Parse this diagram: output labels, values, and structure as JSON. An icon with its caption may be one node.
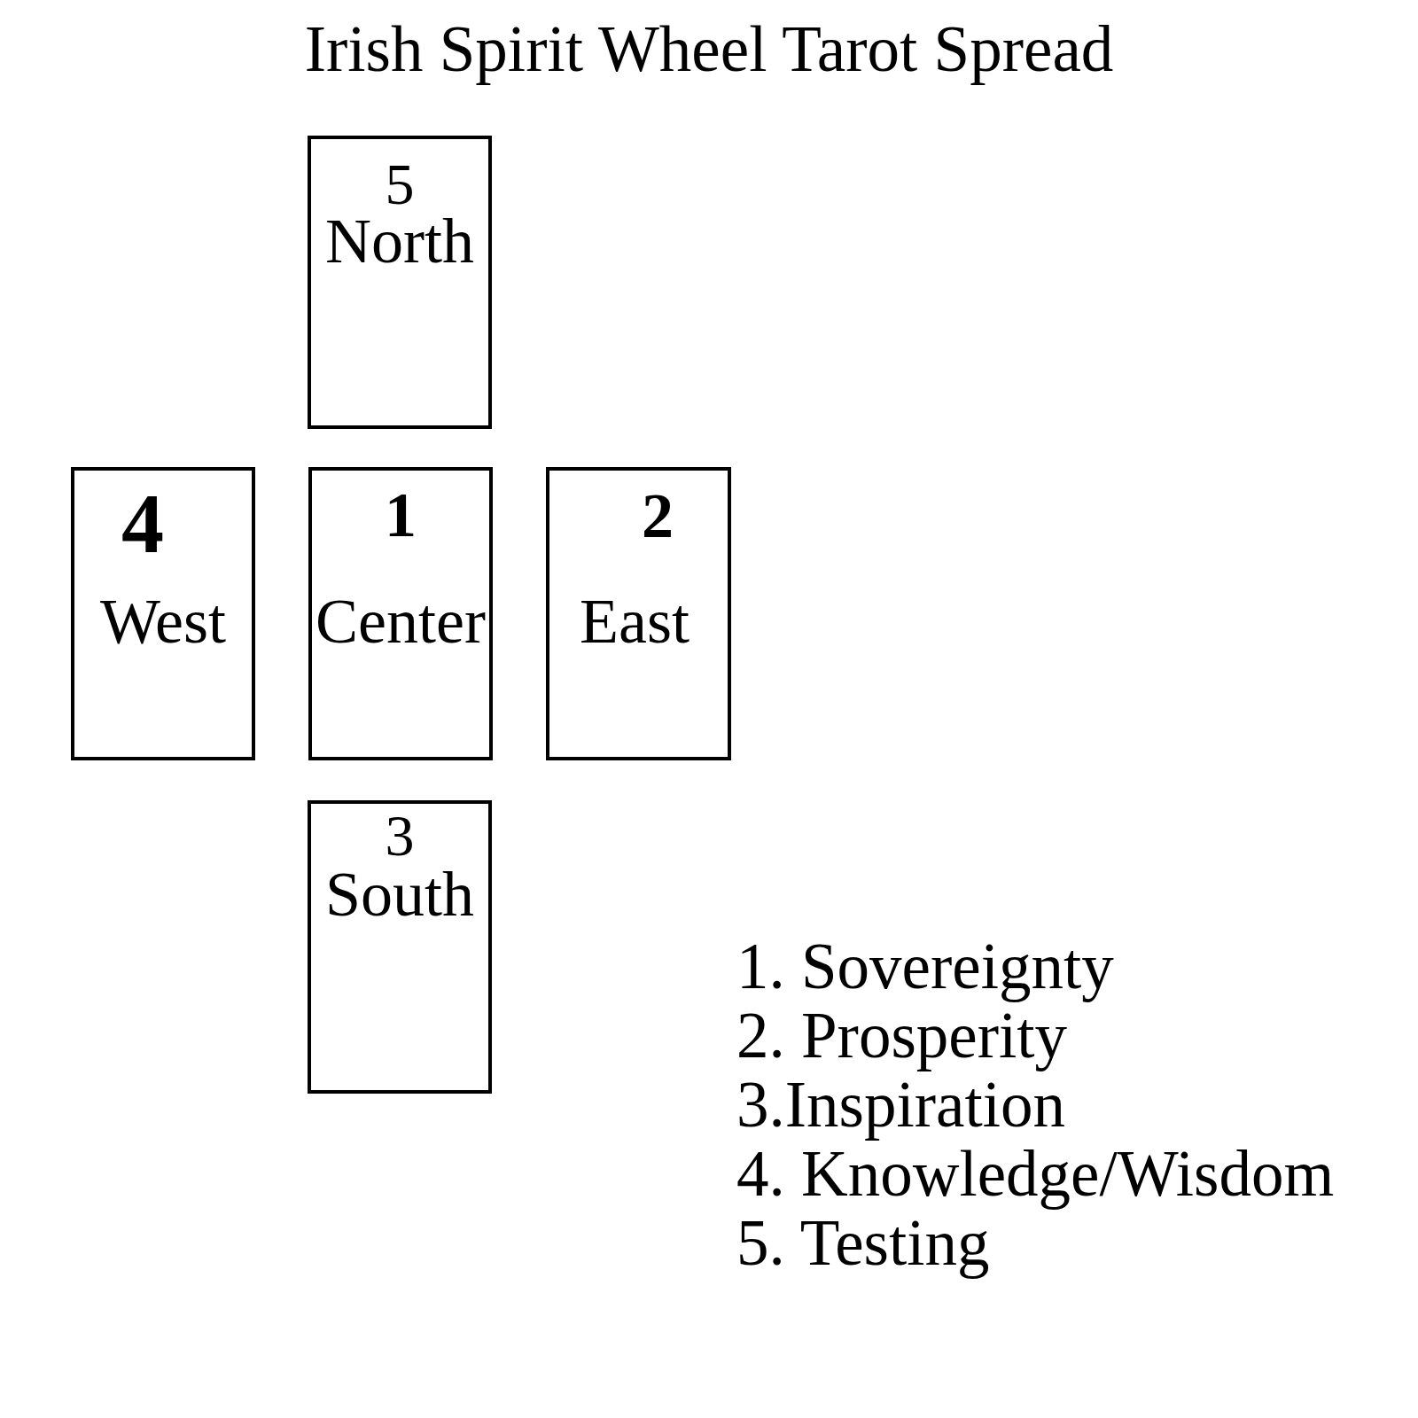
{
  "diagram": {
    "title": "Irish Spirit Wheel Tarot Spread",
    "nodes": [
      {
        "text": [
          "5",
          "North"
        ]
      },
      {
        "text": [
          "4",
          "West"
        ]
      },
      {
        "text": [
          "1",
          "Center"
        ]
      },
      {
        "text": [
          "2",
          "East"
        ]
      },
      {
        "text": [
          "3",
          "South"
        ]
      }
    ],
    "labels": [
      "1. Sovereignty",
      "2. Prosperity",
      "3.Inspiration",
      "4. Knowledge/Wisdom",
      "5. Testing"
    ]
  }
}
